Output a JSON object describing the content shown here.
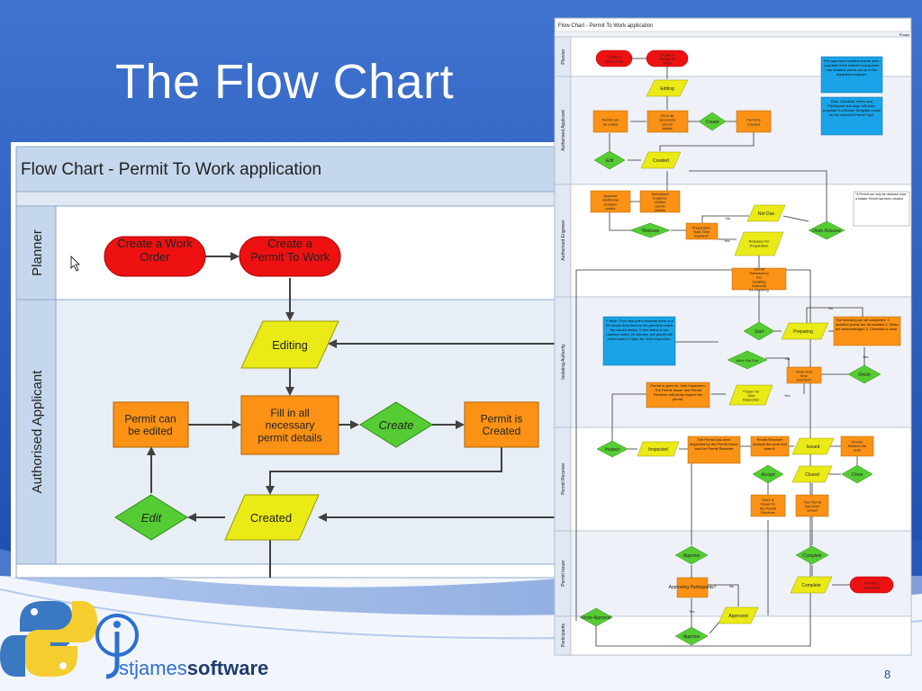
{
  "slide": {
    "title": "The Flow Chart",
    "page_number": "8",
    "logo": {
      "text_a": "stjames",
      "text_b": "software"
    }
  },
  "zoomed": {
    "header": "Flow Chart - Permit To Work application",
    "lanes": [
      "Planner",
      "Authorised Applicant"
    ],
    "nodes": {
      "create_work_order": "Create a Work Order",
      "create_permit": "Create a Permit To Work",
      "editing": "Editing",
      "fill_in": "Fill in all necessary permit details",
      "create": "Create",
      "permit_created": "Permit is Created",
      "permit_edited": "Permit can be edited",
      "edit": "Edit",
      "created": "Created"
    }
  },
  "full": {
    "header": "Flow Chart - Permit To Work application",
    "corner": "Phase",
    "lanes": [
      "Planner",
      "Authorised Applicant",
      "Authorised Engineer",
      "Isolating Authority",
      "Permit Receiver",
      "Permit Issuer",
      "Participants"
    ],
    "notes": {
      "n1": "Pre-approved isolation points auto-populate if the selected equipment has isolation points set up in the equipment register.",
      "n2": "Risk, Checklist, Items and Participant sub-tags, will auto-populate if a Master Template exists for the selected Permit Type.",
      "n3": "*A Permit can only be released once a Master Permit has been created",
      "n4": "** Note: From this point onwards there is a 20 minute time limit for the permit to reach the Issued status. If this status is not reached within 20 minutes, the permit will revert back to Open for Joint Inspection.",
      "n5": "The following are all completed: 1. Isolation points are de-isolated 2. Risks are acknowledged 3. Checklist is done"
    },
    "nodes": {
      "create_work_order": "Create a Work Order",
      "create_permit": "Create a Permit To Work",
      "editing": "Editing",
      "permit_edited": "Permit can be edited",
      "fill_in": "Fill in all necessary permit details",
      "create": "Create",
      "permit_created": "Permit is Created",
      "edit": "Edit",
      "created": "Created",
      "approve_add": "Approve Additional isolation points",
      "ae_verifies": "Authorised Engineer verifies permit details",
      "release": "*Release",
      "prep_time": "Preparation Start Time reached?",
      "not_due": "Not Due",
      "released_prep": "Released for Preparation",
      "undo_release": "Undo Release",
      "released_to_ia": "Permit Released to the Isolating Authority for checking",
      "start": "Start",
      "preparing": "Preparing",
      "work_not_due": "Work Not Due",
      "work_start_time": "Work start time reached?",
      "finish": "Finish",
      "open_joint": "**Open for Joint Inspection",
      "open_msg": "Permit is open for Joint Inspection. The Permit Issuer and Permit Receiver will jointly inspect the permit.",
      "inspect": "Inspect",
      "inspected": "Inspected",
      "pi_inspected": "The Permit has been inspected by the Permit Issuer and the Permit Receiver",
      "pr_accepts": "Permit Receiver accepts the work and does it.",
      "issued": "Issued",
      "worker_finishes": "Worker finishes the work",
      "accept": "Accept",
      "closed": "Closed",
      "close": "Close",
      "work_issued": "Work is issued to the Permit Receiver",
      "permit_closed": "The Permit has been closed",
      "approve": "Approve",
      "approving_part": "Approving Participants?",
      "complete_d": "Complete",
      "complete_p": "Complete",
      "permit_completed": "Permit is completed",
      "undo_approval": "Undo Approval",
      "approve2": "Approve",
      "approved": "Approved"
    },
    "labels": {
      "no": "No",
      "yes": "Yes"
    }
  }
}
